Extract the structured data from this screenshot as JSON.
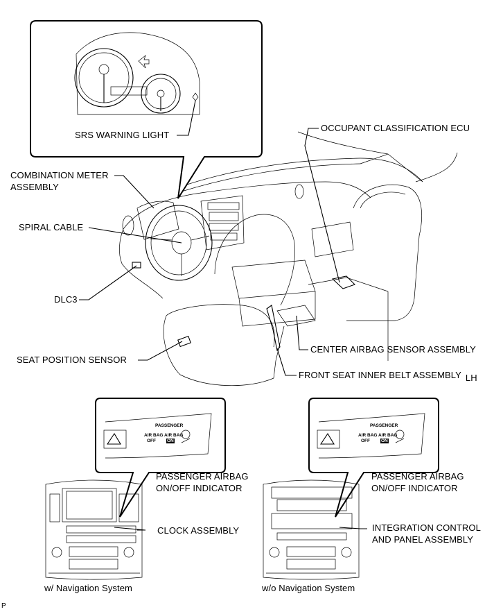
{
  "labels": {
    "srs_warning_light": "SRS WARNING LIGHT",
    "occupant_classification_ecu": "OCCUPANT CLASSIFICATION ECU",
    "combination_meter_line1": "COMBINATION METER",
    "combination_meter_line2": "ASSEMBLY",
    "spiral_cable": "SPIRAL CABLE",
    "dlc3": "DLC3",
    "seat_position_sensor": "SEAT POSITION SENSOR",
    "center_airbag_sensor": "CENTER AIRBAG SENSOR ASSEMBLY",
    "front_seat_inner_belt": "FRONT SEAT INNER BELT ASSEMBLY",
    "front_seat_inner_belt_suffix": "LH",
    "passenger_airbag_line1_left": "PASSENGER AIRBAG",
    "passenger_airbag_line2_left": "ON/OFF INDICATOR",
    "clock_assembly": "CLOCK ASSEMBLY",
    "passenger_airbag_line1_right": "PASSENGER AIRBAG",
    "passenger_airbag_line2_right": "ON/OFF INDICATOR",
    "integration_control_line1": "INTEGRATION CONTROL",
    "integration_control_line2": "AND PANEL ASSEMBLY",
    "with_navigation": "w/ Navigation System",
    "without_navigation": "w/o Navigation System",
    "corner_code": "P"
  },
  "indicator_left": {
    "passenger": "PASSENGER",
    "airbag_off_1": "AIR BAG",
    "airbag_off_2": "OFF",
    "airbag_on_1": "AIR BAG",
    "airbag_on_2": "ON"
  },
  "indicator_right": {
    "passenger": "PASSENGER",
    "airbag_off_1": "AIR BAG",
    "airbag_off_2": "OFF",
    "airbag_on_1": "AIR BAG",
    "airbag_on_2": "ON"
  }
}
